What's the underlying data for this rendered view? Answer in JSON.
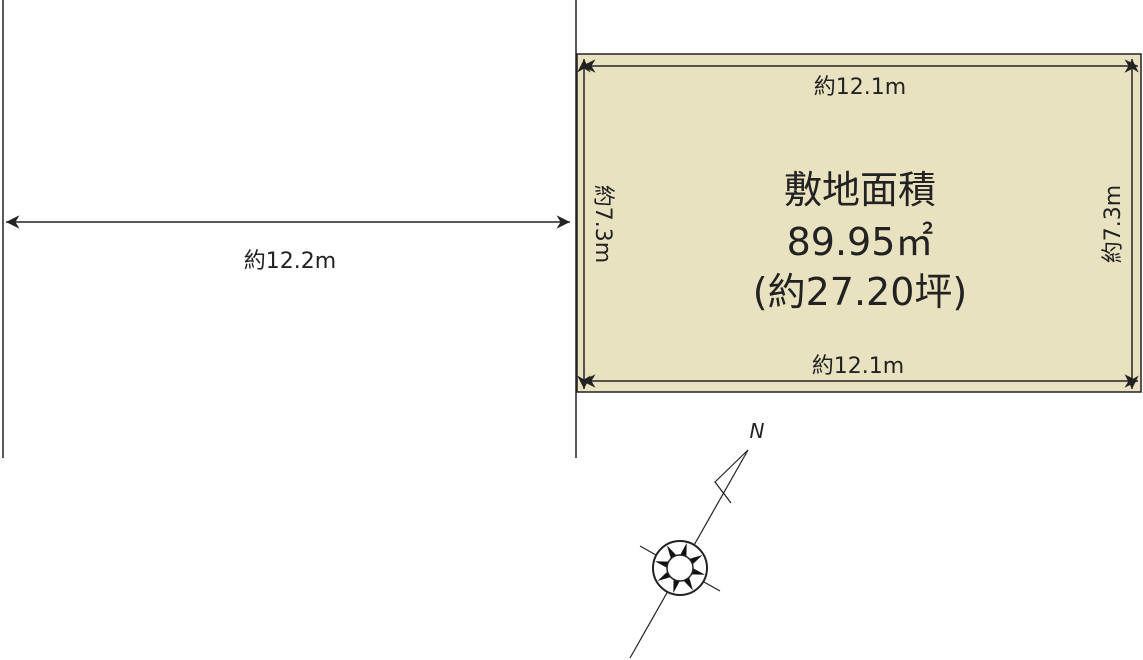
{
  "colors": {
    "lot_fill": "#e8e2c0",
    "line": "#222222"
  },
  "adjacent": {
    "width_label": "約12.2m"
  },
  "lot": {
    "top_label": "約12.1m",
    "bottom_label": "約12.1m",
    "left_label": "約7.3m",
    "right_label": "約7.3m",
    "title": "敷地面積",
    "area_m2": "89.95㎡",
    "area_tsubo": "(約27.20坪)"
  },
  "compass": {
    "north_label": "N"
  }
}
